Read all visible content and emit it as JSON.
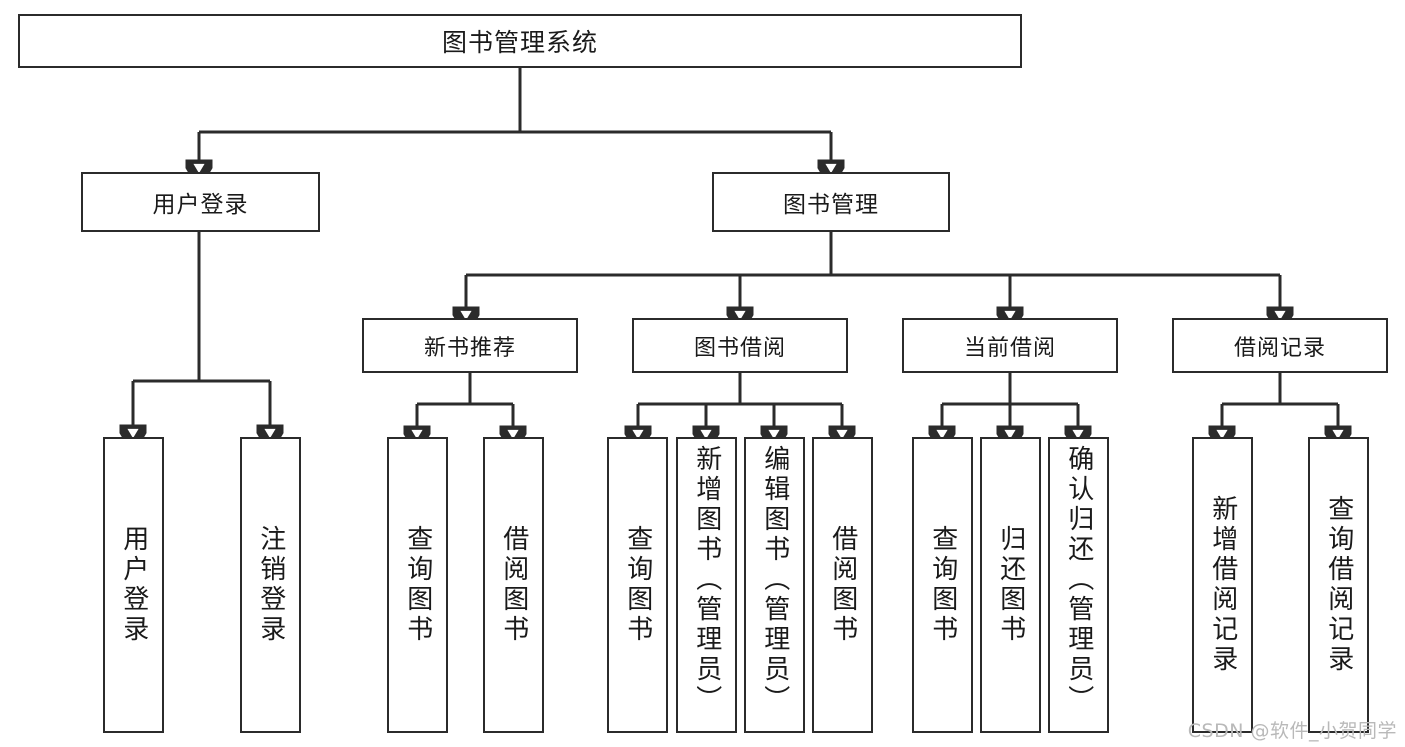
{
  "diagram": {
    "title": "图书管理系统",
    "type": "tree",
    "orientation": "top-down",
    "colors": {
      "background": "#ffffff",
      "box_fill": "#ffffff",
      "box_stroke": "#2b2b2b",
      "text": "#1a1a1a",
      "watermark": "#b9b9b9"
    },
    "root": {
      "id": "root",
      "label": "图书管理系统"
    },
    "level1": [
      {
        "id": "user-login",
        "label": "用户登录"
      },
      {
        "id": "book-manage",
        "label": "图书管理"
      }
    ],
    "level2": [
      {
        "id": "new-book-recommend",
        "label": "新书推荐",
        "parent": "book-manage"
      },
      {
        "id": "book-borrow",
        "label": "图书借阅",
        "parent": "book-manage"
      },
      {
        "id": "current-borrow",
        "label": "当前借阅",
        "parent": "book-manage"
      },
      {
        "id": "borrow-record",
        "label": "借阅记录",
        "parent": "book-manage"
      }
    ],
    "leaves": [
      {
        "id": "leaf-user-login",
        "label": "用户登录",
        "parent": "user-login"
      },
      {
        "id": "leaf-user-logout",
        "label": "注销登录",
        "parent": "user-login"
      },
      {
        "id": "leaf-query-book-1",
        "label": "查询图书",
        "parent": "new-book-recommend"
      },
      {
        "id": "leaf-borrow-book-1",
        "label": "借阅图书",
        "parent": "new-book-recommend"
      },
      {
        "id": "leaf-query-book-2",
        "label": "查询图书",
        "parent": "book-borrow"
      },
      {
        "id": "leaf-add-book",
        "label": "新增图书（管理员）",
        "parent": "book-borrow"
      },
      {
        "id": "leaf-edit-book",
        "label": "编辑图书（管理员）",
        "parent": "book-borrow"
      },
      {
        "id": "leaf-borrow-book-2",
        "label": "借阅图书",
        "parent": "book-borrow"
      },
      {
        "id": "leaf-query-book-3",
        "label": "查询图书",
        "parent": "current-borrow"
      },
      {
        "id": "leaf-return-book",
        "label": "归还图书",
        "parent": "current-borrow"
      },
      {
        "id": "leaf-confirm-return",
        "label": "确认归还（管理员）",
        "parent": "current-borrow"
      },
      {
        "id": "leaf-add-record",
        "label": "新增借阅记录",
        "parent": "borrow-record"
      },
      {
        "id": "leaf-query-record",
        "label": "查询借阅记录",
        "parent": "borrow-record"
      }
    ]
  },
  "watermark": {
    "text": "CSDN @软件_小贺同学"
  }
}
